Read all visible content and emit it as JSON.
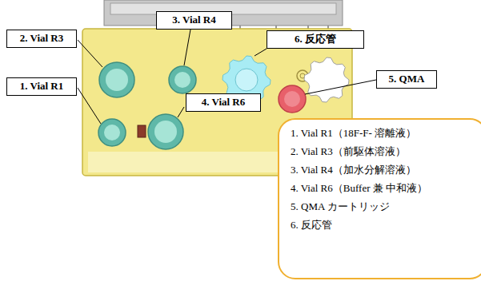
{
  "diagram": {
    "nodes": [
      {
        "text": [
          "3. Vial R4"
        ]
      },
      {
        "text": [
          "2. Vial R3"
        ]
      },
      {
        "text": [
          "6. 反応管"
        ]
      },
      {
        "text": [
          "1. Vial R1"
        ]
      },
      {
        "text": [
          "5. QMA"
        ]
      },
      {
        "text": [
          "4. Vial R6"
        ]
      },
      {
        "text": [
          "1. Vial R1（18F-F- 溶離液）",
          "2. Vial R3（前駆体溶液）",
          "3. Vial R4（加水分解溶液）",
          "4. Vial R6（Buffer 兼 中和液）",
          "5. QMA カートリッジ",
          "6. 反応管"
        ]
      }
    ],
    "edges": []
  }
}
